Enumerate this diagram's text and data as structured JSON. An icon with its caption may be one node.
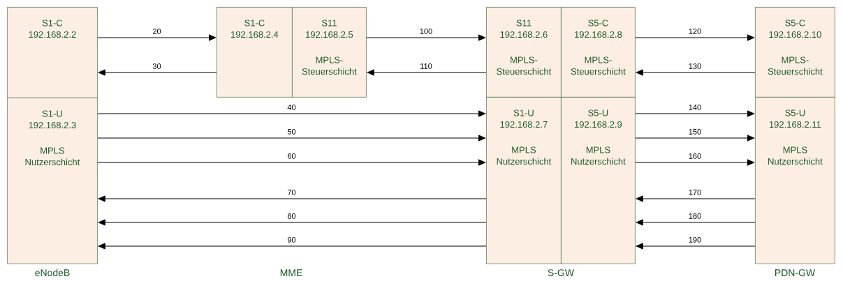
{
  "diagram": {
    "nodes": [
      {
        "text": [
          "S1-C",
          "192.168.2.2"
        ]
      },
      {
        "text": [
          "S1-U",
          "192.168.2.3",
          "MPLS Nutzerschicht"
        ]
      },
      {
        "text": [
          "S1-C",
          "192.168.2.4"
        ]
      },
      {
        "text": [
          "S11",
          "192.168.2.5",
          "MPLS-Steuerschicht"
        ]
      },
      {
        "text": [
          "S11",
          "192.168.2.6",
          "MPLS-Steuerschicht"
        ]
      },
      {
        "text": [
          "S5-C",
          "192.168.2.8",
          "MPLS-Steuerschicht"
        ]
      },
      {
        "text": [
          "S1-U",
          "192.168.2.7",
          "MPLS Nutzerschicht"
        ]
      },
      {
        "text": [
          "S5-U",
          "192.168.2.9",
          "MPLS Nutzerschicht"
        ]
      },
      {
        "text": [
          "S5-C",
          "192.168.2.10",
          "MPLS-Steuerschicht"
        ]
      },
      {
        "text": [
          "S5-U",
          "192.168.2.11",
          "MPLS Nutzerschicht"
        ]
      }
    ],
    "edges": [
      {
        "from": 0,
        "to": 2,
        "arrow": "to",
        "label": "20"
      },
      {
        "from": 2,
        "to": 0,
        "arrow": "to",
        "label": "30"
      },
      {
        "from": 3,
        "to": 4,
        "arrow": "to",
        "label": "100"
      },
      {
        "from": 4,
        "to": 3,
        "arrow": "to",
        "label": "110"
      },
      {
        "from": 5,
        "to": 8,
        "arrow": "to",
        "label": "120"
      },
      {
        "from": 8,
        "to": 5,
        "arrow": "to",
        "label": "130"
      },
      {
        "from": 1,
        "to": 6,
        "arrow": "to",
        "label": "40"
      },
      {
        "from": 1,
        "to": 6,
        "arrow": "to",
        "label": "50"
      },
      {
        "from": 1,
        "to": 6,
        "arrow": "to",
        "label": "60"
      },
      {
        "from": 6,
        "to": 1,
        "arrow": "to",
        "label": "70"
      },
      {
        "from": 6,
        "to": 1,
        "arrow": "to",
        "label": "80"
      },
      {
        "from": 6,
        "to": 1,
        "arrow": "to",
        "label": "90"
      },
      {
        "from": 7,
        "to": 9,
        "arrow": "to",
        "label": "140"
      },
      {
        "from": 7,
        "to": 9,
        "arrow": "to",
        "label": "150"
      },
      {
        "from": 7,
        "to": 9,
        "arrow": "to",
        "label": "160"
      },
      {
        "from": 9,
        "to": 7,
        "arrow": "to",
        "label": "170"
      },
      {
        "from": 9,
        "to": 7,
        "arrow": "to",
        "label": "180"
      },
      {
        "from": 9,
        "to": 7,
        "arrow": "to",
        "label": "190"
      }
    ],
    "labels": [
      "eNodeB",
      "MME",
      "S-GW",
      "PDN-GW"
    ]
  }
}
